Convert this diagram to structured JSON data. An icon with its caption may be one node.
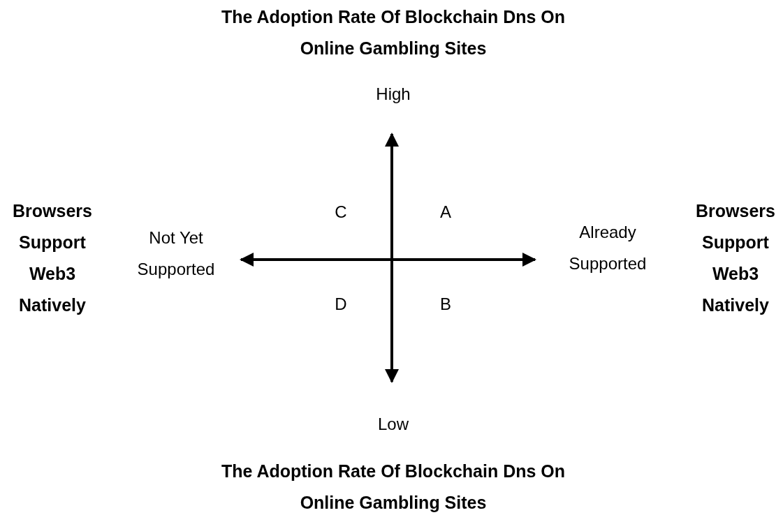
{
  "diagram": {
    "title": "The Adoption Rate Of Blockchain Dns On Online Gambling Sites",
    "labels": [
      "High",
      "Browsers Support Web3 Natively",
      "C",
      "A",
      "Not Yet Supported",
      "Already Supported",
      "Browsers Support Web3 Natively",
      "D",
      "B",
      "Low",
      "The Adoption Rate Of Blockchain Dns On Online Gambling Sites"
    ]
  }
}
